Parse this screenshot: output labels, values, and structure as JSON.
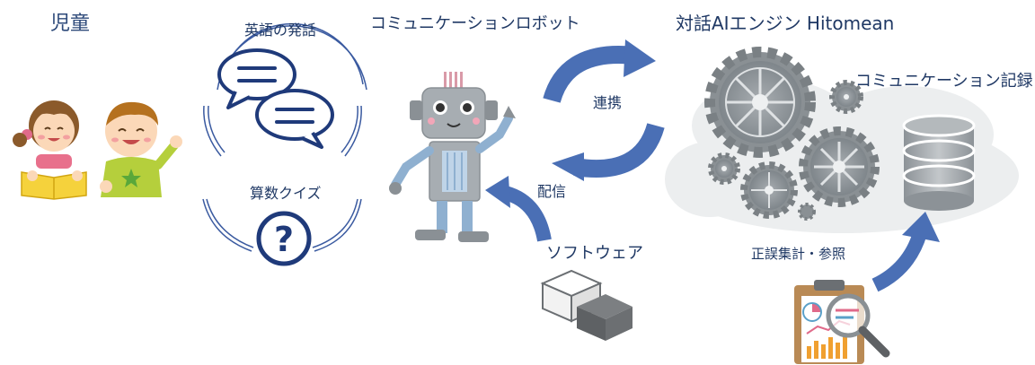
{
  "labels": {
    "children": "児童",
    "english": "英語の発話",
    "quiz": "算数クイズ",
    "robot": "コミュニケーションロボット",
    "engine": "対話AIエンジン Hitomean",
    "log": "コミュニケーション記録",
    "link": "連携",
    "deliver": "配信",
    "software": "ソフトウェア",
    "tally": "正誤集計・参照"
  },
  "icons": {
    "question_mark": "?"
  },
  "colors": {
    "navy": "#1f3864",
    "arrow_blue": "#4a6fb5",
    "robot_gray": "#9aa0a6",
    "robot_blue": "#8fb0d0",
    "gear_gray": "#8a9094",
    "cloud": "#eceeef"
  }
}
